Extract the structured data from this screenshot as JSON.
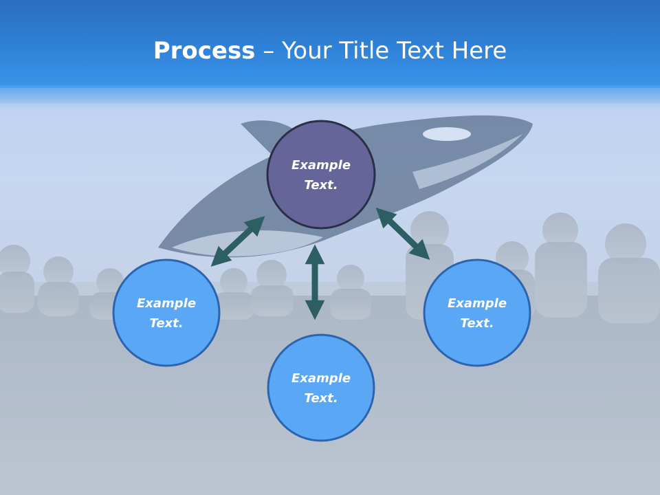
{
  "title": {
    "bold": "Process",
    "rest": " – Your Title Text Here"
  },
  "colors": {
    "header_top": "#2b6dbd",
    "header_bottom": "#3c95ea",
    "center_node_fill": "#66659a",
    "outer_node_fill": "#5aa7f5",
    "node_stroke": "#2a3a5c",
    "outer_node_stroke": "#2c64ad",
    "arrow": "#2d5e63"
  },
  "nodes": [
    {
      "id": "top",
      "line1": "Example",
      "line2": "Text."
    },
    {
      "id": "left",
      "line1": "Example",
      "line2": "Text."
    },
    {
      "id": "right",
      "line1": "Example",
      "line2": "Text."
    },
    {
      "id": "bottom",
      "line1": "Example",
      "line2": "Text."
    }
  ]
}
